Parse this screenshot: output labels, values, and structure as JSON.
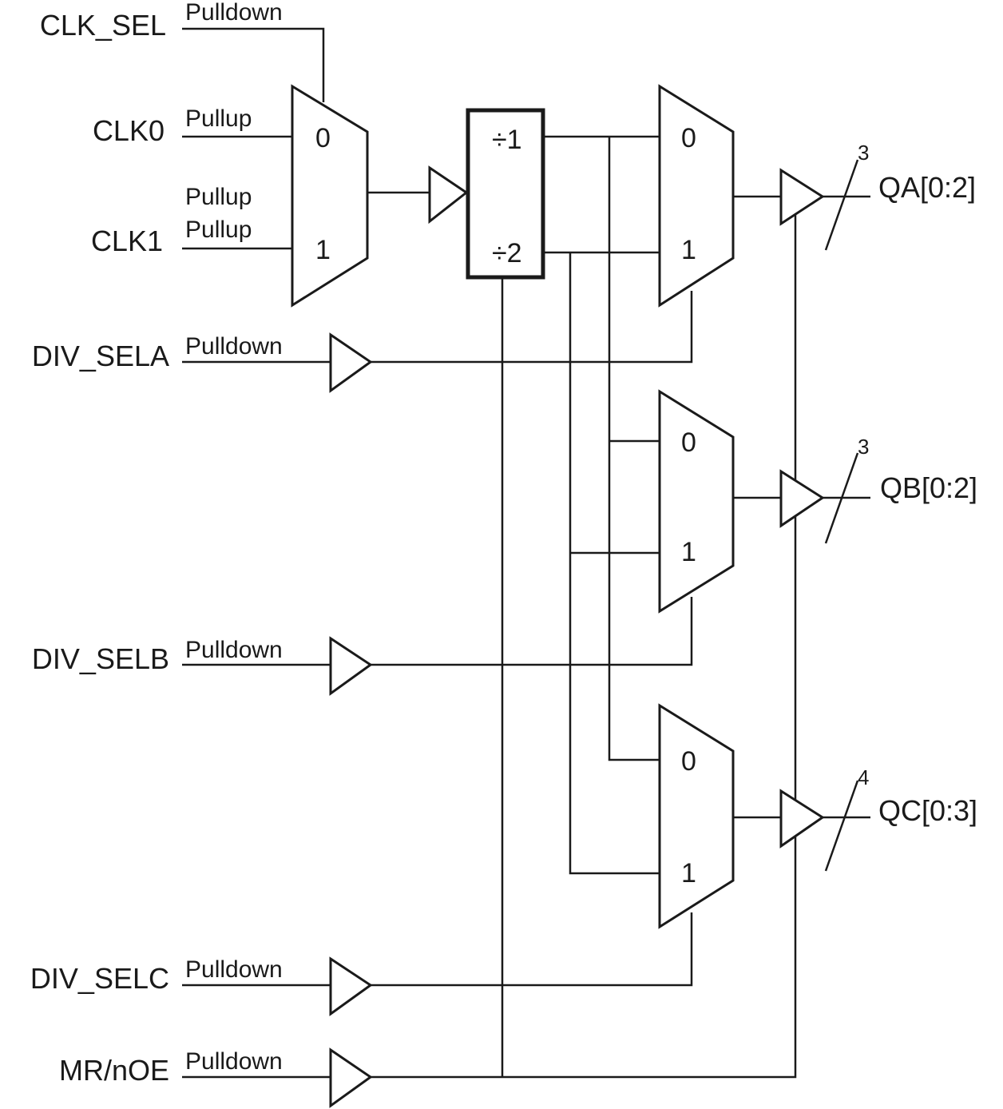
{
  "inputs": {
    "clk_sel": "CLK_SEL",
    "clk0": "CLK0",
    "clk1": "CLK1",
    "div_sela": "DIV_SELA",
    "div_selb": "DIV_SELB",
    "div_selc": "DIV_SELC",
    "mr_noe": "MR/nOE"
  },
  "resistors": {
    "clk_sel": "Pulldown",
    "clk0": "Pullup",
    "clk1_a": "Pullup",
    "clk1_b": "Pullup",
    "div_sela": "Pulldown",
    "div_selb": "Pulldown",
    "div_selc": "Pulldown",
    "mr_noe": "Pulldown"
  },
  "mux_labels": {
    "zero": "0",
    "one": "1"
  },
  "divider": {
    "div1": "÷1",
    "div2": "÷2"
  },
  "outputs": {
    "qa": {
      "label": "QA[0:2]",
      "count": "3"
    },
    "qb": {
      "label": "QB[0:2]",
      "count": "3"
    },
    "qc": {
      "label": "QC[0:3]",
      "count": "4"
    }
  }
}
